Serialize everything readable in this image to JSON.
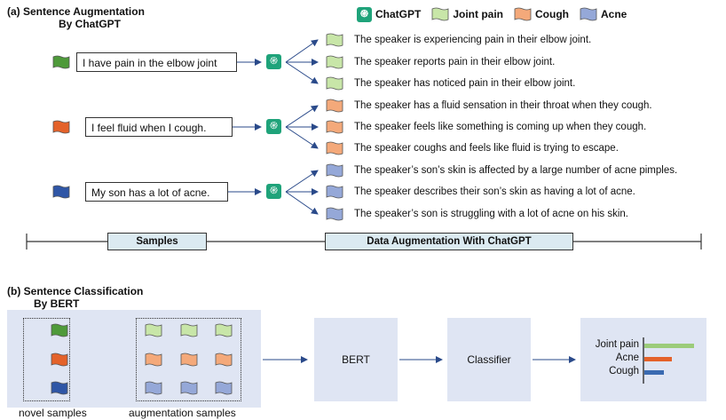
{
  "part_a": {
    "title_line1": "(a) Sentence Augmentation",
    "title_line2": "By ChatGPT"
  },
  "legend": [
    {
      "label": "ChatGPT",
      "icon": "chatgpt-icon"
    },
    {
      "label": "Joint pain",
      "icon": "flag-icon",
      "color": "#c8e6a8"
    },
    {
      "label": "Cough",
      "icon": "flag-icon",
      "color": "#f4a97a"
    },
    {
      "label": "Acne",
      "icon": "flag-icon",
      "color": "#95a8d8"
    }
  ],
  "samples": [
    {
      "text": "I have pain in the elbow joint",
      "color": "#4e9a3a",
      "outputs": [
        "The speaker is experiencing pain in their elbow joint.",
        "The speaker reports pain in their elbow joint.",
        "The speaker has noticed pain in their elbow joint."
      ]
    },
    {
      "text": "I feel fluid when I cough.",
      "color": "#e4622a",
      "outputs": [
        "The speaker has a fluid sensation in their throat when they cough.",
        "The speaker feels like something is coming up when they cough.",
        "The speaker coughs and feels like fluid is trying to escape."
      ]
    },
    {
      "text": "My son has a lot of acne.",
      "color": "#2f56a6",
      "outputs": [
        "The speaker’s son’s skin is affected by a large number of acne pimples.",
        "The speaker describes their son’s skin as having a lot of acne.",
        "The speaker’s son is struggling with a lot of acne on his skin."
      ]
    }
  ],
  "bars": {
    "samples_label": "Samples",
    "augmentation_label": "Data Augmentation With ChatGPT"
  },
  "part_b": {
    "title_line1": "(b) Sentence Classification",
    "title_line2": "By BERT",
    "novel_caption": "novel samples",
    "augmentation_caption": "augmentation samples",
    "bert_label": "BERT",
    "classifier_label": "Classifier"
  },
  "output_chart": {
    "labels": [
      "Joint pain",
      "Acne",
      "Cough"
    ],
    "colors": [
      "#9ccc7a",
      "#e4622a",
      "#3a6ab0"
    ]
  },
  "colors": {
    "joint_pain": "#c8e6a8",
    "cough": "#f4a97a",
    "acne": "#95a8d8",
    "chatgpt": "#1fa37a"
  }
}
